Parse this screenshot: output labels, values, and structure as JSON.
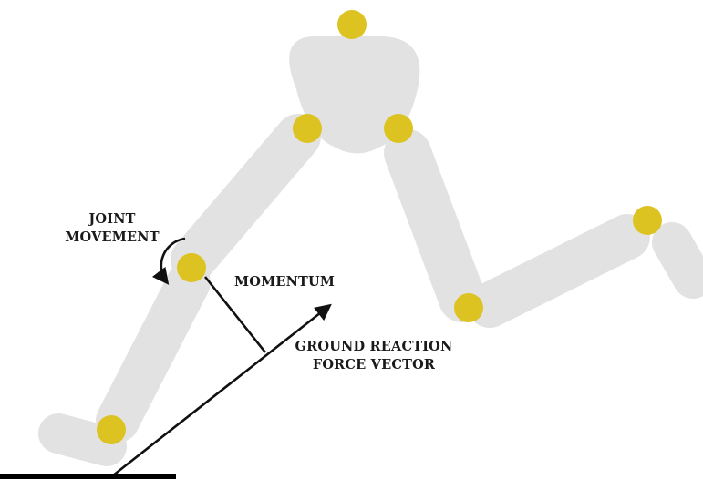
{
  "labels": {
    "joint_movement_line1": "JOINT",
    "joint_movement_line2": "MOVEMENT",
    "momentum": "MOMENTUM",
    "ground_reaction_line1": "GROUND REACTION",
    "ground_reaction_line2": "FORCE VECTOR"
  },
  "colors": {
    "body": "#e2e2e2",
    "joint": "#ddc321",
    "line": "#111111",
    "ground": "#000000"
  }
}
